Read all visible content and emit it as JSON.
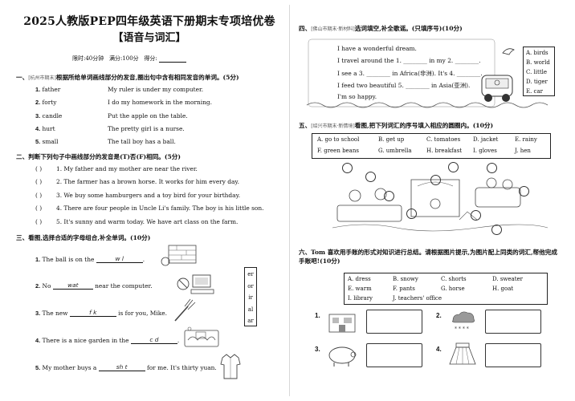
{
  "header": {
    "title": "2025人教版PEP四年级英语下册期末专项培优卷",
    "subtitle": "【语音与词汇】",
    "time_label": "限时:40分钟",
    "score_label": "满分:100分",
    "got_label": "得分:"
  },
  "sec1": {
    "heading": "一、",
    "tag": "[杭州市期末]",
    "text": "根据所给单词画线部分的发音,圈出句中含有相同发音的单词。(5分)",
    "items": [
      {
        "n": "1.",
        "word": "father",
        "sentence": "My ruler is under my computer."
      },
      {
        "n": "2.",
        "word": "forty",
        "sentence": "I do my homework in the morning."
      },
      {
        "n": "3.",
        "word": "candle",
        "sentence": "Put the apple on the table."
      },
      {
        "n": "4.",
        "word": "hurt",
        "sentence": "The pretty girl is a nurse."
      },
      {
        "n": "5.",
        "word": "small",
        "sentence": "The tall boy has a ball."
      }
    ]
  },
  "sec2": {
    "heading": "二、判断下列句子中画线部分的发音是(T)否(F)相同。(5分)",
    "items": [
      {
        "paren": "(    )",
        "text": "1. My father and my mother are near the river."
      },
      {
        "paren": "(    )",
        "text": "2. The farmer has a brown horse. It works for him every day."
      },
      {
        "paren": "(    )",
        "text": "3. We buy some hamburgers and a toy bird for your birthday."
      },
      {
        "paren": "(    )",
        "text": "4. There are four people in Uncle Li's family. The boy is his little son."
      },
      {
        "paren": "(    )",
        "text": "5. It's sunny and warm today. We have art class on the farm."
      }
    ]
  },
  "sec3": {
    "heading": "三、看图,选择合适的字母组合,补全单词。(10分)",
    "items": [
      {
        "n": "1.",
        "before": "The ball is on the",
        "written": "w  l",
        "after": "."
      },
      {
        "n": "2.",
        "before": "No",
        "written": "wat",
        "after": "near the computer."
      },
      {
        "n": "3.",
        "before": "The new",
        "written": "f  k",
        "after": "is for you, Mike."
      },
      {
        "n": "4.",
        "before": "There is a nice garden in the",
        "written": "c  d",
        "after": "."
      },
      {
        "n": "5.",
        "before": "My mother buys a",
        "written": "sh  t",
        "after": "for me. It's thirty yuan."
      }
    ],
    "letters": [
      "er",
      "or",
      "ir",
      "al",
      "ar"
    ]
  },
  "sec4": {
    "heading": "四、",
    "tag": "[佛山市期末·新材料]",
    "text": "选词填空,补全歌谣。(只填序号)(10分)",
    "lines": [
      "I have a wonderful dream.",
      "I travel around the 1. ________ in my 2. ________.",
      "I see a 3. ________ in Africa(非洲). It's 4. ________.",
      "I feed two beautiful 5. ________ in Asia(亚洲).",
      "I'm so happy."
    ],
    "options": [
      "A. birds",
      "B. world",
      "C. little",
      "D. tiger",
      "E. car"
    ]
  },
  "sec5": {
    "heading": "五、",
    "tag": "[绍兴市期末·新情境]",
    "text": "看图,把下列词汇的序号填入相应的圆圈内。(10分)",
    "options": [
      "A. go to school",
      "B. get up",
      "C. tomatoes",
      "D. jacket",
      "E. rainy",
      "F. green beans",
      "G. umbrella",
      "H. breakfast",
      "I. gloves",
      "J. hen"
    ]
  },
  "sec6": {
    "heading": "六、Tom 喜欢用手账的形式对知识进行总结。请根据图片提示,为图片配上同类的词汇,帮他完成手账吧!(10分)",
    "options": [
      "A. dress",
      "B. snowy",
      "C. shorts",
      "D. sweater",
      "E. warm",
      "F. pants",
      "G. horse",
      "H. goat",
      "I. library",
      "J. teachers' office"
    ],
    "nums": [
      "1.",
      "2.",
      "3.",
      "4."
    ]
  }
}
